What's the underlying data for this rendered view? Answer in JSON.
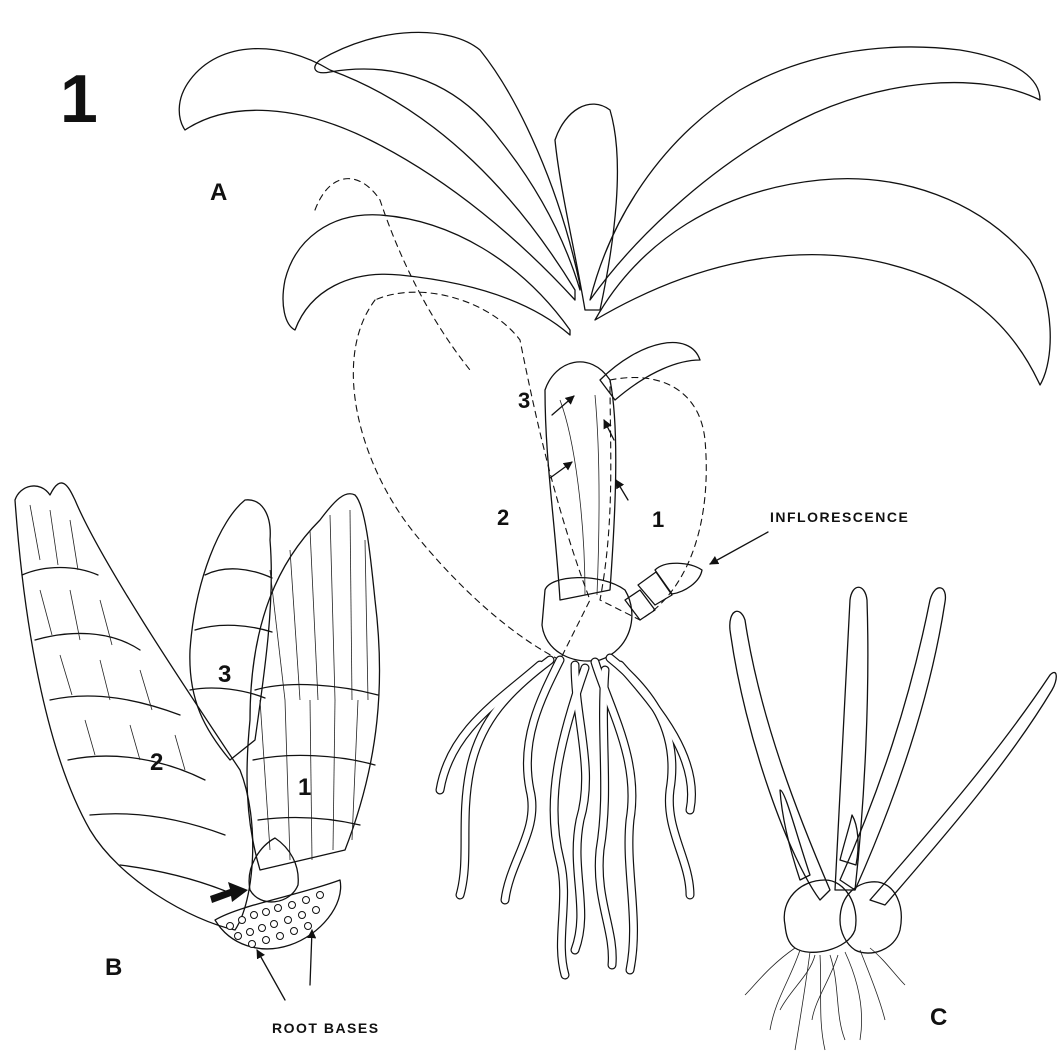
{
  "figure": {
    "number": "1",
    "panels": {
      "a": {
        "letter": "A"
      },
      "b": {
        "letter": "B"
      },
      "c": {
        "letter": "C"
      }
    },
    "markers": {
      "a1": "1",
      "a2": "2",
      "a3": "3",
      "b1": "1",
      "b2": "2",
      "b3": "3"
    },
    "annotations": {
      "inflorescence": "INFLORESCENCE",
      "root_bases": "ROOT BASES"
    }
  }
}
